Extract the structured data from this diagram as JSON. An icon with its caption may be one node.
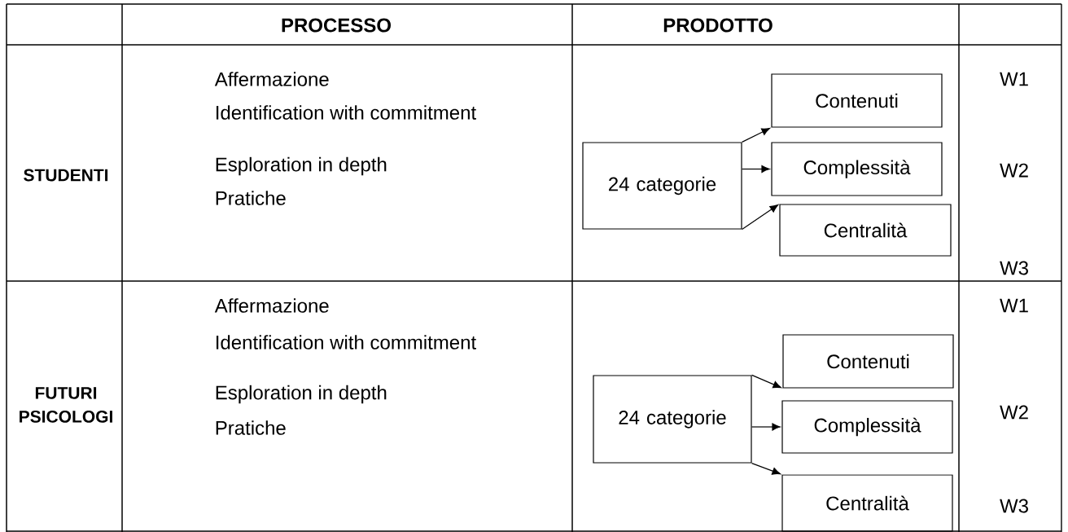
{
  "diagram": {
    "nodes": [
      {
        "text": [
          "24 categorie"
        ]
      },
      {
        "text": [
          "Contenuti"
        ]
      },
      {
        "text": [
          "Complessità"
        ]
      },
      {
        "text": [
          "Centralità"
        ]
      },
      {
        "text": [
          "24 categorie"
        ]
      },
      {
        "text": [
          "Contenuti"
        ]
      },
      {
        "text": [
          "Complessità"
        ]
      },
      {
        "text": [
          "Centralità"
        ]
      }
    ],
    "edges": [
      {
        "from": 0,
        "to": 1,
        "arrow": "to"
      },
      {
        "from": 0,
        "to": 2,
        "arrow": "to"
      },
      {
        "from": 0,
        "to": 3,
        "arrow": "to"
      },
      {
        "from": 4,
        "to": 5,
        "arrow": "to"
      },
      {
        "from": 4,
        "to": 6,
        "arrow": "to"
      },
      {
        "from": 4,
        "to": 7,
        "arrow": "to"
      }
    ],
    "labels": [
      "PROCESSO",
      "PRODOTTO",
      "STUDENTI",
      "Affermazione",
      "Identification with commitment",
      "Esploration in depth",
      "Pratiche",
      "W1",
      "W2",
      "W3",
      "FUTURI PSICOLOGI",
      "Affermazione",
      "Identification with commitment",
      "Esploration in depth",
      "Pratiche",
      "W1",
      "W2",
      "W3"
    ]
  }
}
